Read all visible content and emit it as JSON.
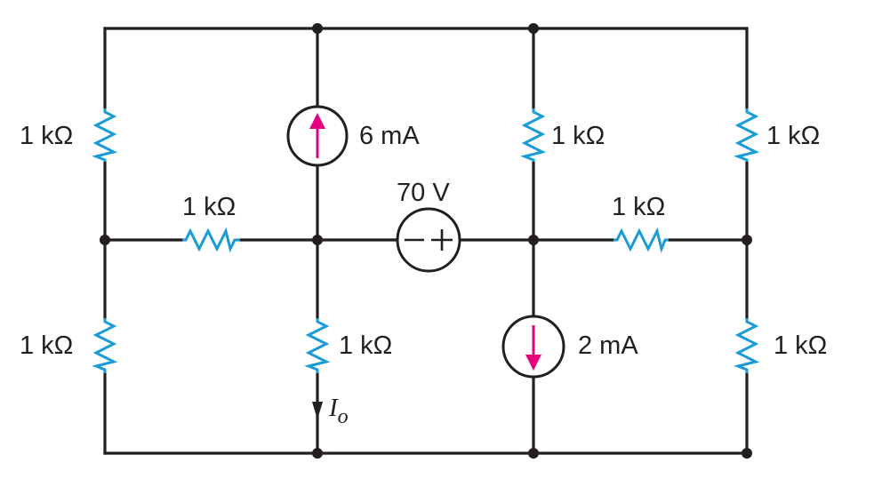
{
  "colors": {
    "wire": "#231f20",
    "resistor": "#1a9bd7",
    "source_arrow": "#e6007e",
    "background": "#ffffff"
  },
  "resistors": {
    "r_left_top": "1 kΩ",
    "r_left_bottom": "1 kΩ",
    "r_mid_left_horizontal": "1 kΩ",
    "r_center_bottom": "1 kΩ",
    "r_right_center_top": "1 kΩ",
    "r_right_top": "1 kΩ",
    "r_mid_right_horizontal": "1 kΩ",
    "r_right_bottom": "1 kΩ"
  },
  "sources": {
    "current_up": "6 mA",
    "current_down": "2 mA",
    "voltage": "70 V"
  },
  "current_label": {
    "symbol": "I",
    "subscript": "o"
  }
}
